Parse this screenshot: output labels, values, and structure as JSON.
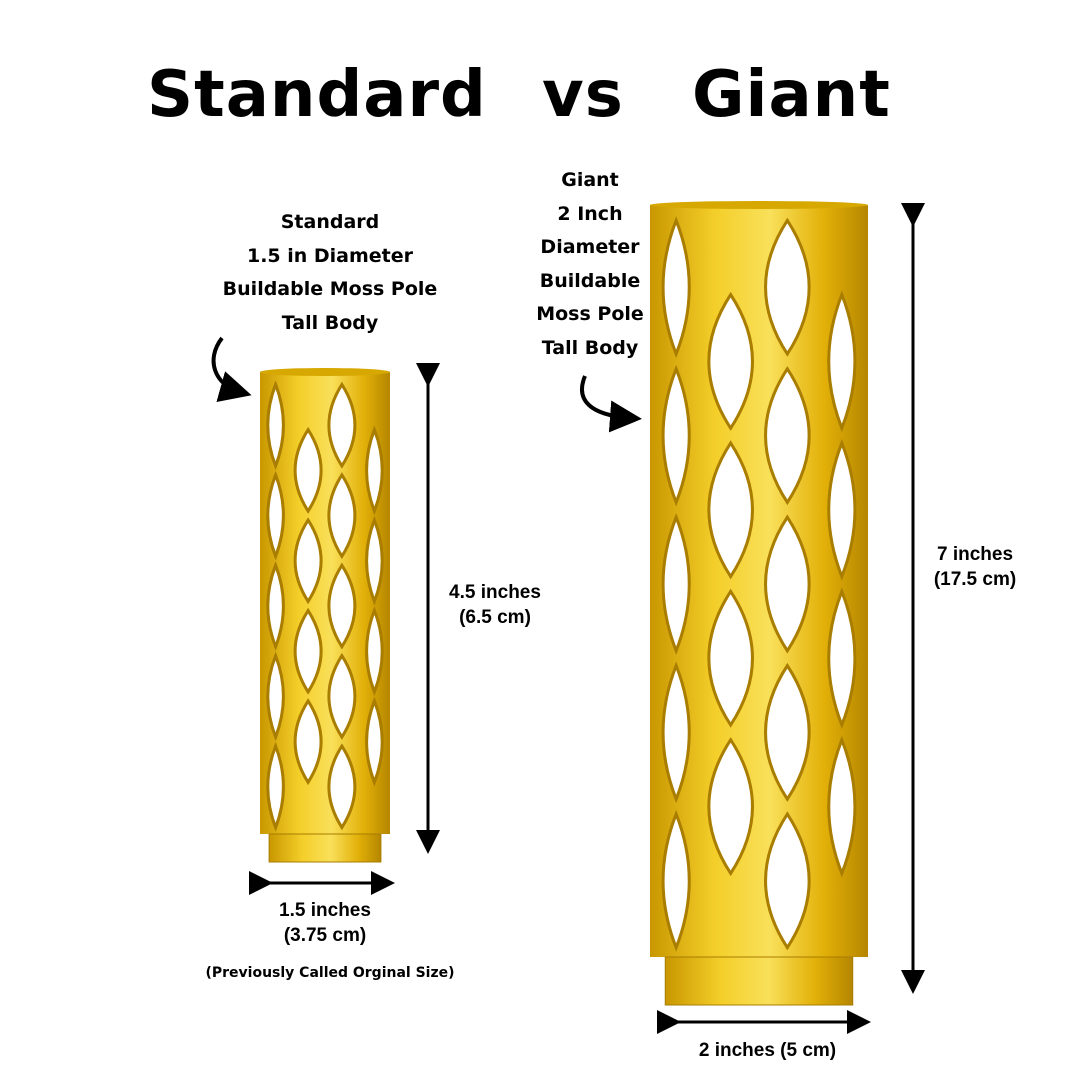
{
  "title": {
    "left": "Standard",
    "vs": "vs",
    "right": "Giant"
  },
  "standard": {
    "label_lines": [
      "Standard",
      "1.5 in Diameter",
      "Buildable Moss Pole",
      "Tall Body"
    ],
    "height_lines": [
      "4.5 inches",
      "(6.5 cm)"
    ],
    "width_lines": [
      "1.5 inches",
      "(3.75 cm)"
    ],
    "note": "(Previously Called Orginal Size)"
  },
  "giant": {
    "label_lines": [
      "Giant",
      "2 Inch",
      "Diameter",
      "Buildable",
      "Moss Pole",
      "Tall Body"
    ],
    "height_lines": [
      "7 inches",
      "(17.5 cm)"
    ],
    "width_label": "2 inches (5 cm)"
  },
  "colors": {
    "gold": "#e8b90c",
    "gold_dark": "#b98a00",
    "gold_light": "#f7dc4a"
  }
}
